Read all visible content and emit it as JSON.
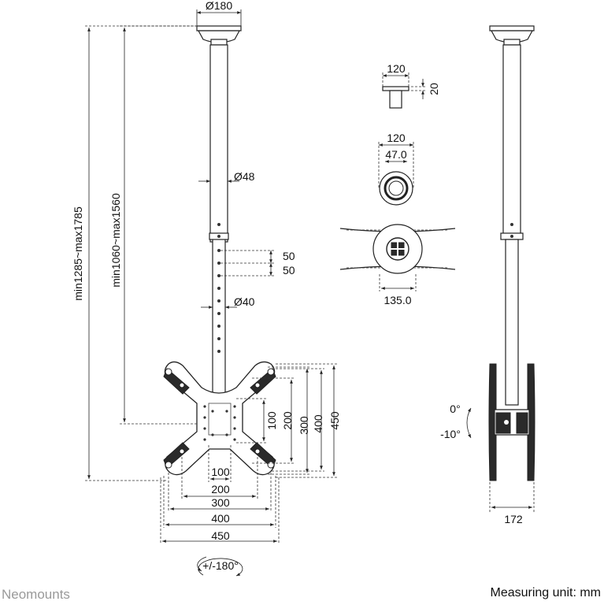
{
  "brand": "Neomounts",
  "unit_note": "Measuring unit: mm",
  "dims": {
    "ceiling_plate": "Ø180",
    "pole_upper": "Ø48",
    "pole_lower": "Ø40",
    "hole_pitch_1": "50",
    "hole_pitch_2": "50",
    "height_total": "min1285~max1785",
    "height_pole": "min1060~max1560",
    "v100": "100",
    "v200": "200",
    "v300": "300",
    "v400": "400",
    "v450": "450",
    "h100": "100",
    "h200": "200",
    "h300": "300",
    "h400": "400",
    "h450": "450",
    "rotation": "+/-180°",
    "cap_width": "120",
    "cap_height": "20",
    "flange_width": "120",
    "flange_inner": "47.0",
    "clamp_width": "135.0",
    "tilt_up": "0°",
    "tilt_down": "-10°",
    "side_depth": "172"
  }
}
